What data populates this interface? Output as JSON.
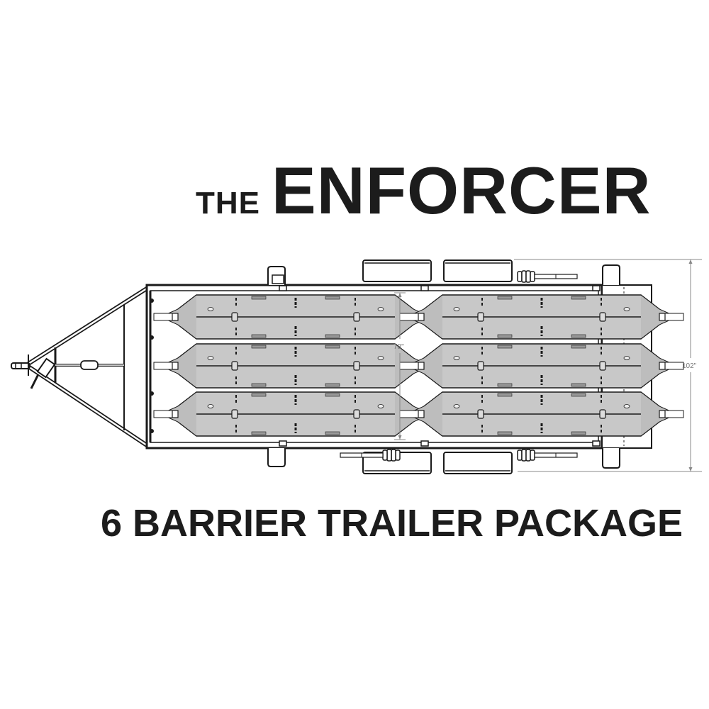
{
  "title": {
    "prefix": "THE",
    "main": "ENFORCER"
  },
  "subtitle": "6 BARRIER TRAILER PACKAGE",
  "diagram": {
    "type": "trailer-top-view",
    "barrier_count": 6,
    "barrier_layout": "2 columns x 3 rows",
    "dimensions": {
      "inner_width_label": "78\"",
      "overall_width_label": "102\""
    },
    "colors": {
      "barrier_fill": "#c8c8c8",
      "line": "#1a1a1a",
      "dimension_line": "#888888",
      "text": "#1c1c1c"
    }
  }
}
